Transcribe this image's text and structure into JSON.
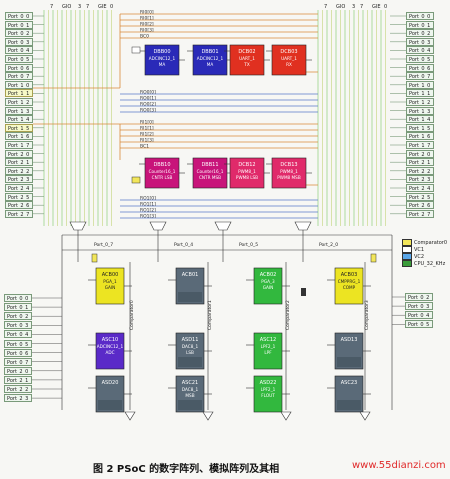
{
  "figure": {
    "caption": "图 2 PSoC 的数字阵列、模拟阵列及其相",
    "watermark": "www.55dianzi.com"
  },
  "bus_labels": {
    "left_header": [
      "7",
      "GIO",
      "3",
      "7",
      "GIE",
      "0"
    ],
    "right_header": [
      "7",
      "GIO",
      "3",
      "7",
      "GIE",
      "0"
    ],
    "row_buses_top": [
      "RI0[0]",
      "RI0[1]",
      "RI0[2]",
      "RI0[3]",
      "BC0"
    ],
    "row_buses_mid": [
      "RO0[0]",
      "RO0[1]",
      "RO0[2]",
      "RO0[3]"
    ],
    "row_buses_row1": [
      "RI1[0]",
      "RI1[1]",
      "RI1[2]",
      "RI1[3]",
      "BC1"
    ],
    "row_buses_bot": [
      "RO1[0]",
      "RO1[1]",
      "RO1[2]",
      "RO1[3]"
    ],
    "analog_columns": [
      "Port_0_7",
      "Port_0_4",
      "Port_0_5",
      "Port_2_0"
    ],
    "comparators": [
      "Comparator0",
      "Comparator1",
      "Comparator2",
      "Comparator3"
    ]
  },
  "ports": {
    "left_top": [
      "Port_0_0",
      "Port_0_1",
      "Port_0_2",
      "Port_0_3",
      "Port_0_4",
      "Port_0_5",
      "Port_0_6",
      "Port_0_7",
      "Port_1_0",
      "Port_1_1",
      "Port_1_2",
      "Port_1_3",
      "Port_1_4",
      "Port_1_5",
      "Port_1_6",
      "Port_1_7",
      "Port_2_0",
      "Port_2_1",
      "Port_2_2",
      "Port_2_3",
      "Port_2_4",
      "Port_2_5",
      "Port_2_6",
      "Port_2_7"
    ],
    "right_top": [
      "Port_0_0",
      "Port_0_1",
      "Port_0_2",
      "Port_0_3",
      "Port_0_4",
      "Port_0_5",
      "Port_0_6",
      "Port_0_7",
      "Port_1_0",
      "Port_1_1",
      "Port_1_2",
      "Port_1_3",
      "Port_1_4",
      "Port_1_5",
      "Port_1_6",
      "Port_1_7",
      "Port_2_0",
      "Port_2_1",
      "Port_2_2",
      "Port_2_3",
      "Port_2_4",
      "Port_2_5",
      "Port_2_6",
      "Port_2_7"
    ],
    "left_bottom": [
      "Port_0_0",
      "Port_0_1",
      "Port_0_2",
      "Port_0_3",
      "Port_0_4",
      "Port_0_5",
      "Port_0_6",
      "Port_0_7",
      "Port_2_0",
      "Port_2_1",
      "Port_2_2",
      "Port_2_3"
    ],
    "right_bottom": [
      "Port_0_2",
      "Port_0_3",
      "Port_0_4",
      "Port_0_5"
    ]
  },
  "legend": [
    {
      "label": "Comparator0",
      "color": "#f2e65a"
    },
    {
      "label": "VC1",
      "color": "#ffffff"
    },
    {
      "label": "VC2",
      "color": "#5aa6e8"
    },
    {
      "label": "CPU_32_KHz",
      "color": "#3a9c3a"
    }
  ],
  "digital_blocks": [
    {
      "id": "DBB00",
      "line1": "ADCINC12_1",
      "line2": "MA",
      "color": "#2a2ab8"
    },
    {
      "id": "DBB01",
      "line1": "ADCINC12_1",
      "line2": "MA",
      "color": "#2a2ab8"
    },
    {
      "id": "DCB02",
      "line1": "UART_1",
      "line2": "TX",
      "color": "#e03020"
    },
    {
      "id": "DCB03",
      "line1": "UART_1",
      "line2": "RX",
      "color": "#e03020"
    },
    {
      "id": "DBB10",
      "line1": "Counter16_1",
      "line2": "CNTR LSB",
      "color": "#c8147a"
    },
    {
      "id": "DBB11",
      "line1": "Counter16_1",
      "line2": "CNTR MSB",
      "color": "#c8147a"
    },
    {
      "id": "DCB12",
      "line1": "PWM8_1",
      "line2": "PWM8 LSB",
      "color": "#e02a6a"
    },
    {
      "id": "DCB13",
      "line1": "PWM8_1",
      "line2": "PWM8 MSB",
      "color": "#e02a6a"
    }
  ],
  "analog_blocks": [
    {
      "id": "ACB00",
      "line1": "PGA_1",
      "line2": "GAIN",
      "color": "#ece422"
    },
    {
      "id": "ACB01",
      "line1": "",
      "line2": "",
      "color": "#5a6a78"
    },
    {
      "id": "ACB02",
      "line1": "PGA_3",
      "line2": "GAIN",
      "color": "#32b83e"
    },
    {
      "id": "ACB03",
      "line1": "CMPPRG_1",
      "line2": "COMP",
      "color": "#ece422"
    },
    {
      "id": "ASC10",
      "line1": "ADCINC12_1",
      "line2": "ADC",
      "color": "#5a2ac8"
    },
    {
      "id": "ASD11",
      "line1": "DAC8_1",
      "line2": "LSB",
      "color": "#5a6a78"
    },
    {
      "id": "ASC12",
      "line1": "LPF2_1",
      "line2": "LPF",
      "color": "#32b83e"
    },
    {
      "id": "ASD13",
      "line1": "",
      "line2": "",
      "color": "#5a6a78"
    },
    {
      "id": "ASD20",
      "line1": "",
      "line2": "",
      "color": "#5a6a78"
    },
    {
      "id": "ASC21",
      "line1": "DAC8_1",
      "line2": "MSB",
      "color": "#5a6a78"
    },
    {
      "id": "ASD22",
      "line1": "LPF2_1",
      "line2": "FLOUT",
      "color": "#32b83e"
    },
    {
      "id": "ASC23",
      "line1": "",
      "line2": "",
      "color": "#5a6a78"
    }
  ]
}
